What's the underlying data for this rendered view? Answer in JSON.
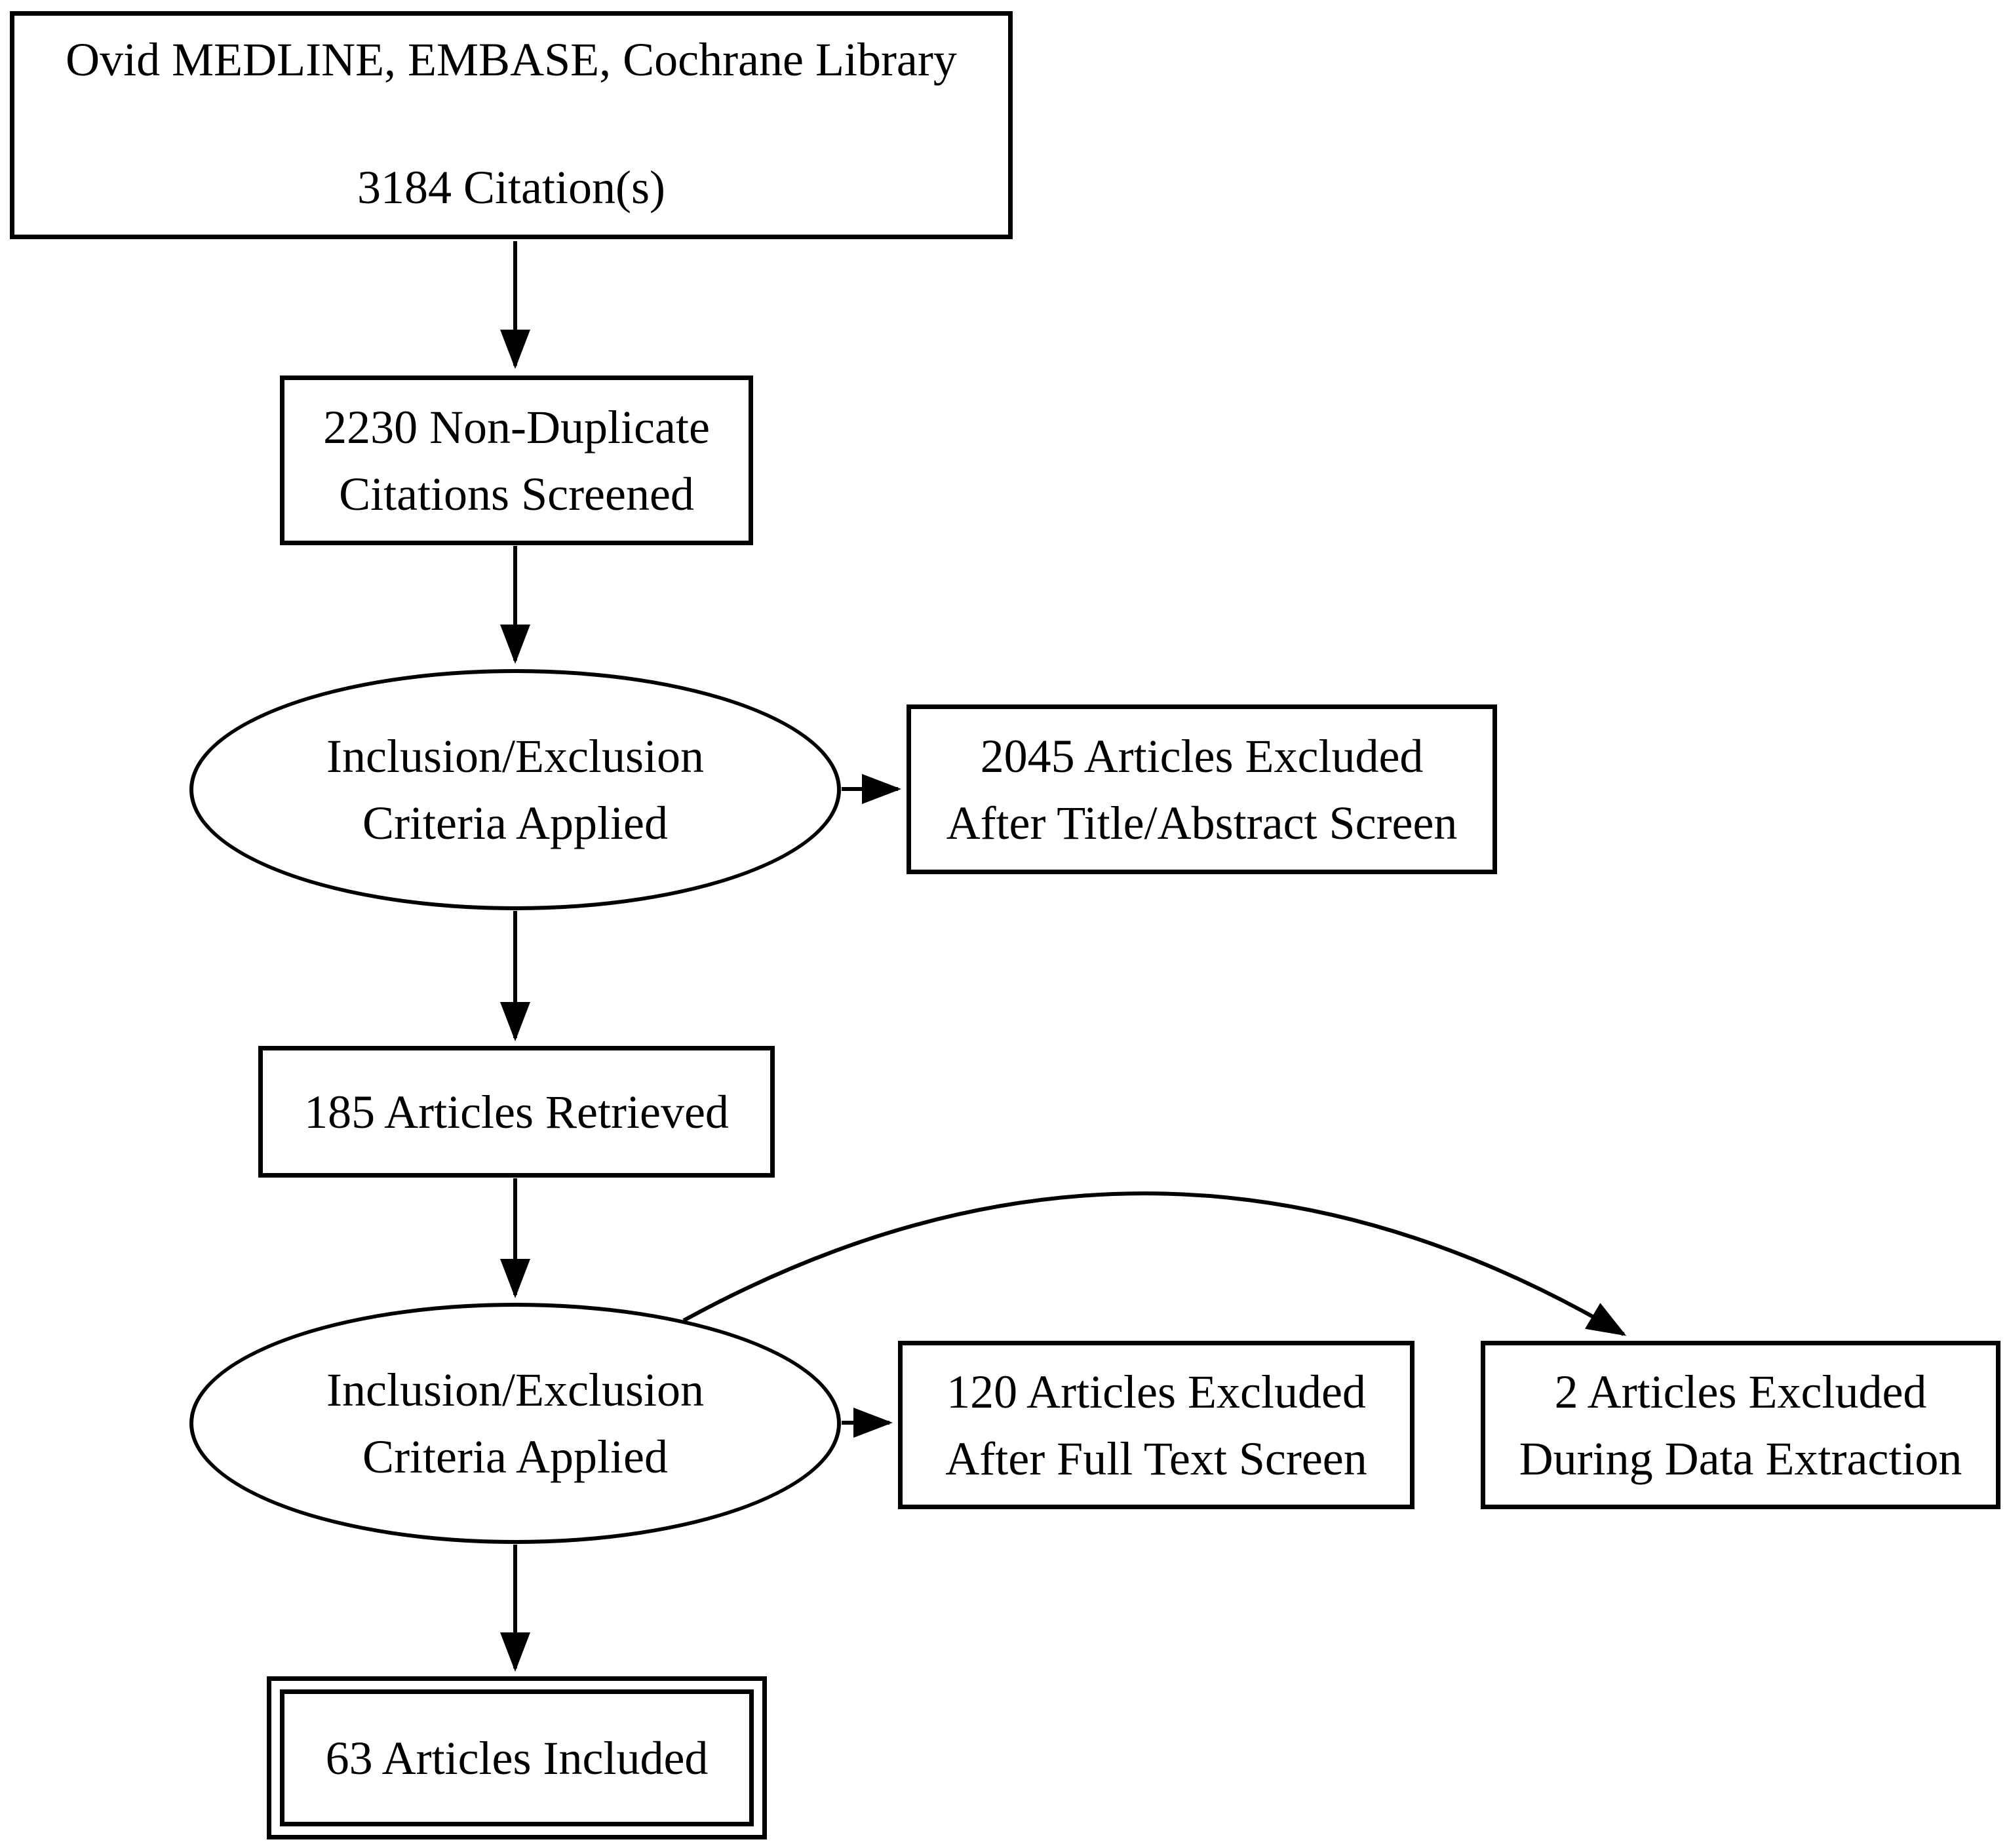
{
  "colors": {
    "background": "#ffffff",
    "stroke": "#000000",
    "text": "#000000"
  },
  "nodes": {
    "sources": {
      "shape": "rectangle",
      "line1": "Ovid MEDLINE, EMBASE, Cochrane Library",
      "line2": "3184 Citation(s)"
    },
    "screened": {
      "shape": "rectangle",
      "line1": "2230 Non-Duplicate",
      "line2": "Citations Screened"
    },
    "criteria1": {
      "shape": "ellipse",
      "line1": "Inclusion/Exclusion",
      "line2": "Criteria Applied"
    },
    "excludedTitleAbstract": {
      "shape": "rectangle",
      "line1": "2045 Articles Excluded",
      "line2": "After Title/Abstract Screen"
    },
    "retrieved": {
      "shape": "rectangle",
      "line1": "185 Articles Retrieved"
    },
    "criteria2": {
      "shape": "ellipse",
      "line1": "Inclusion/Exclusion",
      "line2": "Criteria Applied"
    },
    "excludedFullText": {
      "shape": "rectangle",
      "line1": "120 Articles Excluded",
      "line2": "After Full Text Screen"
    },
    "excludedDataExtraction": {
      "shape": "rectangle",
      "line1": "2 Articles Excluded",
      "line2": "During Data Extraction"
    },
    "included": {
      "shape": "double-rectangle",
      "line1": "63 Articles Included"
    }
  },
  "edges": [
    {
      "from": "sources",
      "to": "screened",
      "style": "straight-arrow"
    },
    {
      "from": "screened",
      "to": "criteria1",
      "style": "straight-arrow"
    },
    {
      "from": "criteria1",
      "to": "excludedTitleAbstract",
      "style": "straight-arrow"
    },
    {
      "from": "criteria1",
      "to": "retrieved",
      "style": "straight-arrow"
    },
    {
      "from": "retrieved",
      "to": "criteria2",
      "style": "straight-arrow"
    },
    {
      "from": "criteria2",
      "to": "excludedFullText",
      "style": "straight-arrow"
    },
    {
      "from": "criteria2",
      "to": "excludedDataExtraction",
      "style": "curved-arrow"
    },
    {
      "from": "criteria2",
      "to": "included",
      "style": "straight-arrow"
    }
  ]
}
